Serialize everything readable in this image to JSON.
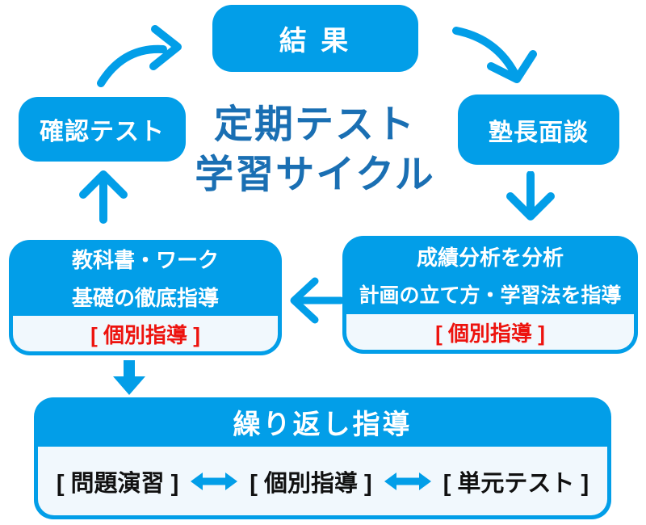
{
  "title": {
    "line1": "定期テスト",
    "line2": "学習サイクル"
  },
  "boxes": {
    "result": {
      "label": "結 果"
    },
    "check_test": {
      "label": "確認テスト"
    },
    "principal_meeting": {
      "label": "塾長面談"
    },
    "textbook": {
      "line1": "教科書・ワーク",
      "line2": "基礎の徹底指導",
      "tag": "[ 個別指導 ]"
    },
    "analysis": {
      "line1": "成績分析を分析",
      "line2": "計画の立て方・学習法を指導",
      "tag": "[ 個別指導 ]"
    },
    "repeat": {
      "title": "繰り返し指導",
      "items": [
        "[ 問題演習 ]",
        "[ 個別指導 ]",
        "[ 単元テスト ]"
      ]
    }
  },
  "colors": {
    "box_blue": "#029ee8",
    "title_blue": "#1a6fb3",
    "tag_red": "#ed130e",
    "band_bg": "#f1f8fd",
    "text_black": "#111111"
  }
}
